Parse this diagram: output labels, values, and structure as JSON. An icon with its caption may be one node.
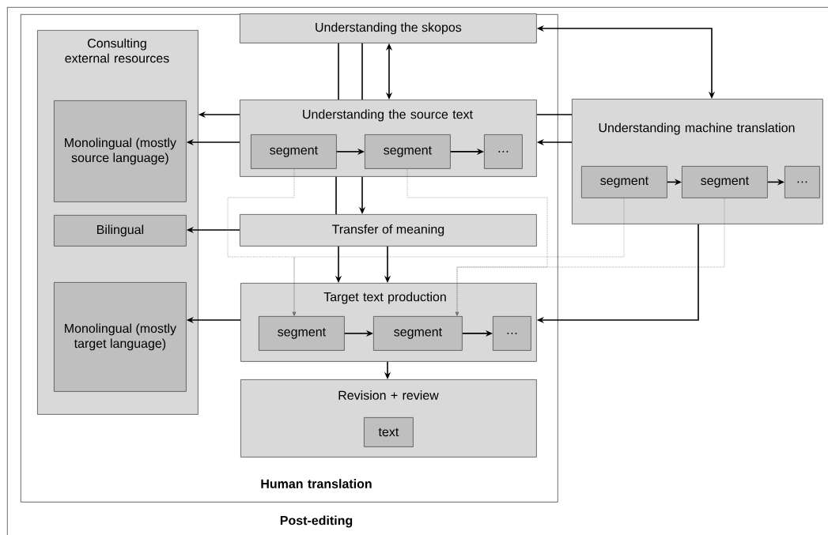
{
  "diagram": {
    "nodes": [
      {
        "text": [
          "Post-editing"
        ]
      },
      {
        "text": [
          "Human translation"
        ],
        "in": 0
      },
      {
        "text": [
          "Consulting external resources"
        ],
        "in": 1
      },
      {
        "text": [
          "Monolingual (mostly source language)"
        ],
        "in": 2
      },
      {
        "text": [
          "Bilingual"
        ],
        "in": 2
      },
      {
        "text": [
          "Monolingual (mostly target language)"
        ],
        "in": 2
      },
      {
        "text": [
          "Understanding the skopos"
        ],
        "in": 1
      },
      {
        "text": [
          "Understanding the source text"
        ],
        "in": 1
      },
      {
        "text": [
          "segment"
        ],
        "in": 7
      },
      {
        "text": [
          "segment"
        ],
        "in": 7
      },
      {
        "text": [
          "…"
        ],
        "in": 7
      },
      {
        "text": [
          "Understanding machine translation"
        ],
        "in": 0
      },
      {
        "text": [
          "segment"
        ],
        "in": 11
      },
      {
        "text": [
          "segment"
        ],
        "in": 11
      },
      {
        "text": [
          "…"
        ],
        "in": 11
      },
      {
        "text": [
          "Transfer of meaning"
        ],
        "in": 1
      },
      {
        "text": [
          "Target text production"
        ],
        "in": 1
      },
      {
        "text": [
          "segment"
        ],
        "in": 16
      },
      {
        "text": [
          "segment"
        ],
        "in": 16
      },
      {
        "text": [
          "…"
        ],
        "in": 16
      },
      {
        "text": [
          "Revision + review"
        ],
        "in": 1
      },
      {
        "text": [
          "text"
        ],
        "in": 20
      }
    ],
    "edges": [
      {
        "from": 6,
        "to": 7,
        "arrow": "none"
      },
      {
        "from": 6,
        "to": 7,
        "arrow": "none"
      },
      {
        "from": 6,
        "to": 7,
        "arrow": "both"
      },
      {
        "from": 7,
        "to": 15,
        "arrow": "none"
      },
      {
        "from": 7,
        "to": 15,
        "arrow": "to"
      },
      {
        "from": 15,
        "to": 16,
        "arrow": "to"
      },
      {
        "from": 15,
        "to": 16,
        "arrow": "to"
      },
      {
        "from": 16,
        "to": 20,
        "arrow": "to"
      },
      {
        "from": 7,
        "to": 2,
        "arrow": "to"
      },
      {
        "from": 7,
        "to": 3,
        "arrow": "to"
      },
      {
        "from": 15,
        "to": 4,
        "arrow": "to"
      },
      {
        "from": 16,
        "to": 5,
        "arrow": "to"
      },
      {
        "from": 11,
        "to": 6,
        "arrow": "both"
      },
      {
        "from": 11,
        "to": 7,
        "arrow": "none"
      },
      {
        "from": 11,
        "to": 7,
        "arrow": "to"
      },
      {
        "from": 11,
        "to": 16,
        "arrow": "to"
      },
      {
        "from": 8,
        "to": 17,
        "arrow": "to",
        "style": "dashed"
      },
      {
        "from": 9,
        "to": 18,
        "arrow": "to",
        "style": "dashed"
      },
      {
        "from": 12,
        "to": 17,
        "arrow": "to",
        "style": "dashed"
      },
      {
        "from": 13,
        "to": 18,
        "arrow": "to",
        "style": "dashed"
      },
      {
        "from": 8,
        "to": 9,
        "arrow": "to"
      },
      {
        "from": 9,
        "to": 10,
        "arrow": "to"
      },
      {
        "from": 12,
        "to": 13,
        "arrow": "to"
      },
      {
        "from": 13,
        "to": 14,
        "arrow": "to"
      },
      {
        "from": 17,
        "to": 18,
        "arrow": "to"
      },
      {
        "from": 18,
        "to": 19,
        "arrow": "to"
      }
    ]
  }
}
